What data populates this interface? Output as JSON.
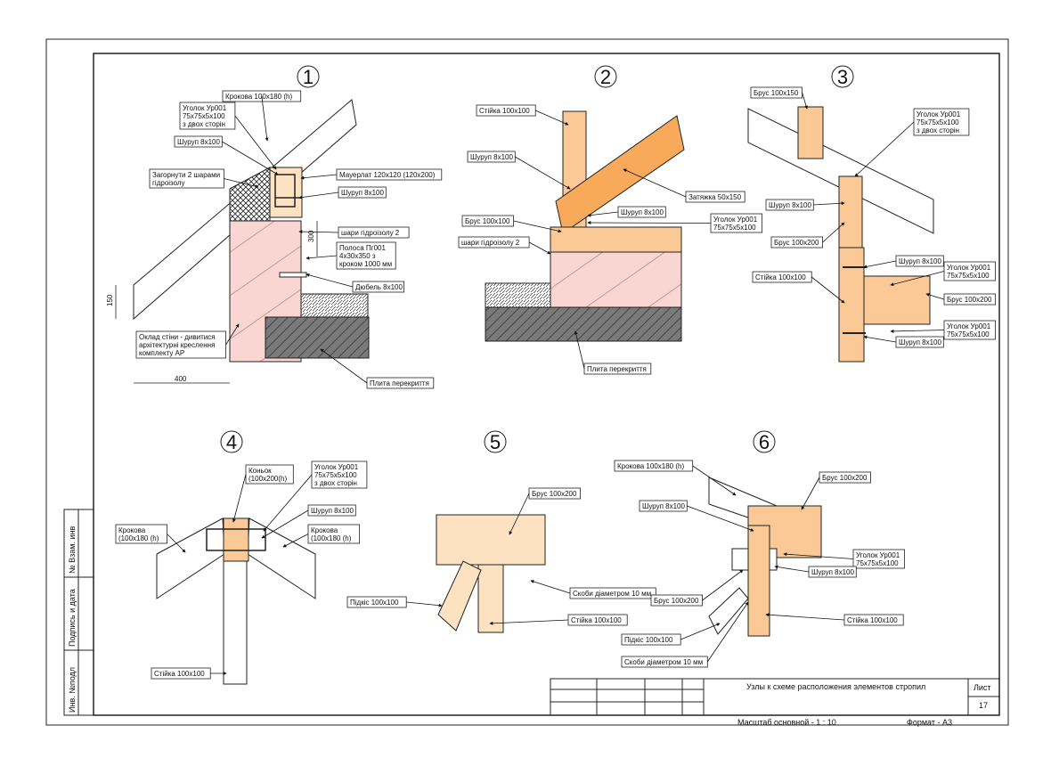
{
  "sheet": {
    "title": "Узлы к  схеме расположения элементов стропил",
    "sheet_label": "Лист",
    "sheet_number": "17",
    "scale": "Масштаб основной - 1 : 10",
    "format": "Формат - А3",
    "side_stamp": [
      "Инв. №подл",
      "Подпись и дата",
      "№ Взам. инв"
    ]
  },
  "nodes": [
    {
      "number": "1",
      "labels": [
        [
          "Крокова 100x180 (h)"
        ],
        [
          "Уголок Ур001",
          "75x75x5x100",
          "з двох сторін"
        ],
        [
          "Шуруп 8x100"
        ],
        [
          "Загорнути 2 шарами",
          "гідроізолу"
        ],
        [
          "Мауерлат 120x120 (120x200)"
        ],
        [
          "Шуруп 8x100"
        ],
        [
          "шари гідроізолу 2"
        ],
        [
          "Полоса Пг001",
          "4x30x350 з",
          "кроком 1000 мм"
        ],
        [
          "Дюбель 8x100"
        ],
        [
          "Оклад стіни - дивитися",
          "архітектурні креслення",
          "комплекту АР"
        ],
        [
          "Плита перекриття"
        ]
      ],
      "dims": [
        "150",
        "400",
        "300"
      ]
    },
    {
      "number": "2",
      "labels": [
        [
          "Стійка 100x100"
        ],
        [
          "Шуруп 8x100"
        ],
        [
          "Затяжка 50x150"
        ],
        [
          "Шуруп 8x100"
        ],
        [
          "Брус 100x100"
        ],
        [
          "Уголок Ур001",
          "75x75x5x100"
        ],
        [
          "шари гідроізолу 2"
        ],
        [
          "Плита перекриття"
        ]
      ]
    },
    {
      "number": "3",
      "labels": [
        [
          "Брус 100x150"
        ],
        [
          "Уголок Ур001",
          "75x75x5x100",
          "з двох сторін"
        ],
        [
          "Шуруп 8x100"
        ],
        [
          "Брус 100x200"
        ],
        [
          "Шуруп 8x100"
        ],
        [
          "Уголок Ур001",
          "75x75x5x100"
        ],
        [
          "Стійка 100x100"
        ],
        [
          "Брус 100x200"
        ],
        [
          "Уголок Ур001",
          "75x75x5x100"
        ],
        [
          "Шуруп 8x100"
        ]
      ]
    },
    {
      "number": "4",
      "labels": [
        [
          "Коньок",
          "(100x200(h)"
        ],
        [
          "Уголок Ур001",
          "75x75x5x100",
          "з двох сторін"
        ],
        [
          "Крокова",
          "(100x180 (h)"
        ],
        [
          "Шуруп 8x100"
        ],
        [
          "Крокова",
          "(100x180 (h)"
        ],
        [
          "Стійка 100x100"
        ]
      ]
    },
    {
      "number": "5",
      "labels": [
        [
          "Брус 100x200"
        ],
        [
          "Підкіс 100x100"
        ],
        [
          "Скоби діаметром 10 мм"
        ],
        [
          "Стійка 100x100"
        ]
      ]
    },
    {
      "number": "6",
      "labels": [
        [
          "Крокова 100x180 (h)"
        ],
        [
          "Брус 100x200"
        ],
        [
          "Шуруп 8x100"
        ],
        [
          "Уголок Ур001",
          "75x75x5x100"
        ],
        [
          "Шуруп 8x100"
        ],
        [
          "Брус 100x200"
        ],
        [
          "Стійка 100x100"
        ],
        [
          "Підкіс 100x100"
        ],
        [
          "Скоби діаметром 10 мм"
        ]
      ]
    }
  ]
}
